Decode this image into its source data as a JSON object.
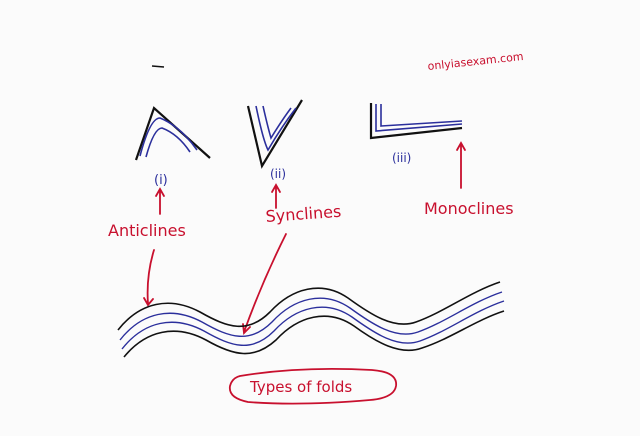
{
  "watermark": "onlyiasexam.com",
  "labels": {
    "i": "(i)",
    "ii": "(ii)",
    "iii": "(iii)",
    "anticlines": "Anticlines",
    "synclines": "Synclines",
    "monoclines": "Monoclines",
    "caption": "Types of folds"
  },
  "colors": {
    "red_ink": "#c8102e",
    "blue_ink": "#2b2f9c",
    "black_ink": "#111111",
    "paper": "#fbfbfb"
  }
}
